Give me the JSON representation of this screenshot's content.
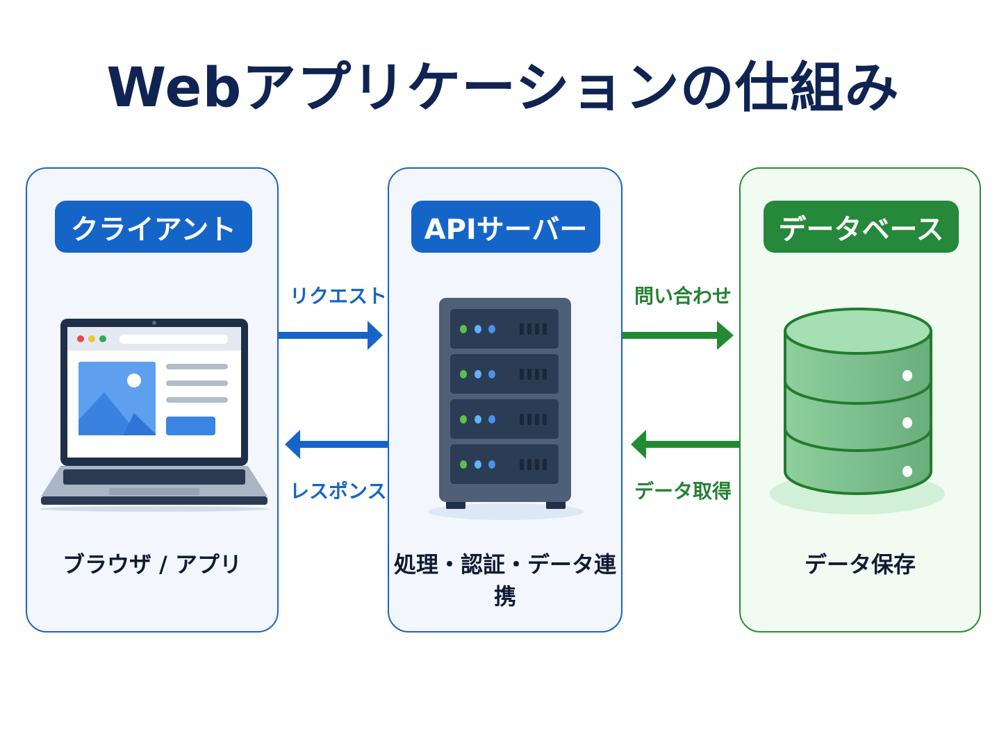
{
  "title": "Webアプリケーションの仕組み",
  "panels": {
    "client": {
      "label": "クライアント",
      "caption": "ブラウザ / アプリ",
      "icon": "laptop-browser-icon"
    },
    "api": {
      "label": "APIサーバー",
      "caption": "処理・認証・データ連携",
      "icon": "server-rack-icon"
    },
    "db": {
      "label": "データベース",
      "caption": "データ保存",
      "icon": "database-cylinder-icon"
    }
  },
  "flows": {
    "request": {
      "label": "リクエスト",
      "direction": "client→api"
    },
    "response": {
      "label": "レスポンス",
      "direction": "api→client"
    },
    "query": {
      "label": "問い合わせ",
      "direction": "api→db"
    },
    "fetch": {
      "label": "データ取得",
      "direction": "db→api"
    }
  },
  "colors": {
    "title": "#0f2452",
    "blue_accent": "#1565c8",
    "green_accent": "#25883a",
    "caption_text": "#111a33"
  }
}
